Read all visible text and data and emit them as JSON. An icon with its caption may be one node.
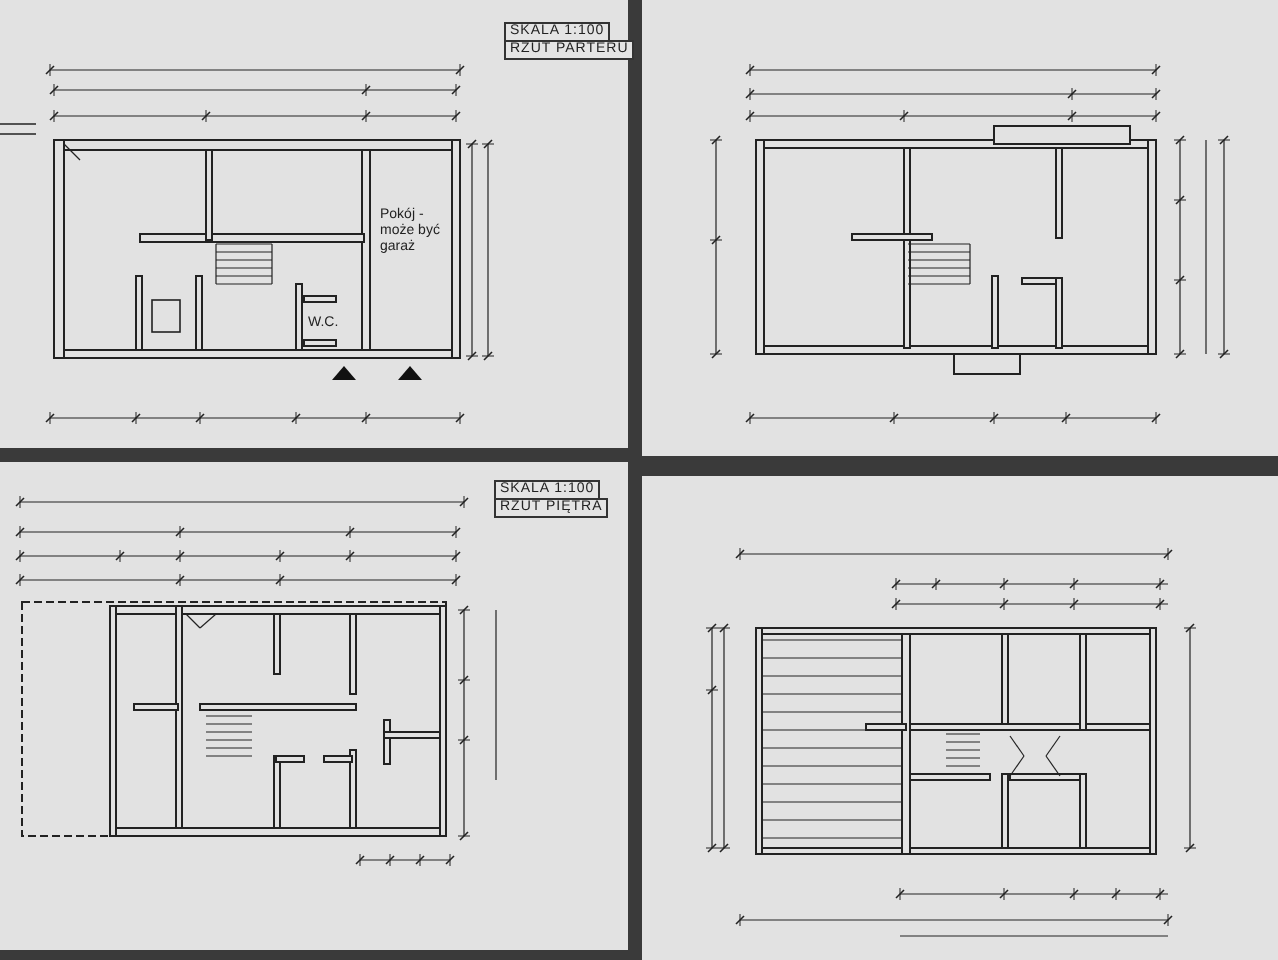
{
  "diagram": {
    "labels": [
      "SKALA 1:100",
      "RZUT PARTERU",
      "Pokój - może być garaż",
      "W.C.",
      "SKALA 1:100",
      "RZUT PIĘTRA"
    ]
  }
}
